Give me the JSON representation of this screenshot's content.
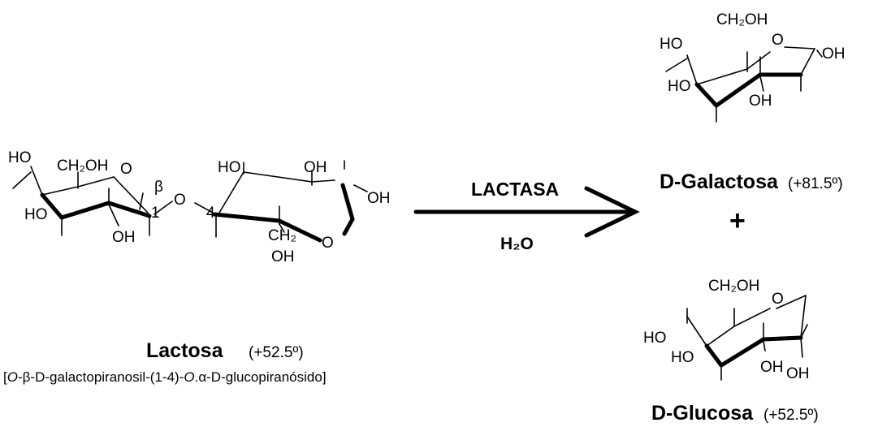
{
  "reactant": {
    "name": "Lactosa",
    "rotation": "(+52.5º)",
    "iupac": {
      "part1": "O",
      "part2": "-β-D-galactopiranosil-(1-4)-",
      "part3": "O",
      "part4": ".α-D-glucopiranósido]",
      "open": "["
    },
    "atoms": {
      "ho_top_left": "HO",
      "ch2oh": "CH₂OH",
      "ring_o_left": "O",
      "ho_mid_left": "HO",
      "oh_bottom": "OH",
      "beta": "β",
      "c1": "1",
      "bridge_o": "O",
      "c4": "4",
      "ho_top_right": "HO",
      "oh_top_right": "OH",
      "oh_right": "OH",
      "ch2": "CH₂",
      "oh_under_ch2": "OH",
      "ring_o_right": "O"
    }
  },
  "reaction": {
    "enzyme": "LACTASA",
    "reagent": "H₂O"
  },
  "product_galactose": {
    "name": "D-Galactosa",
    "rotation": "(+81.5º)",
    "atoms": {
      "ch2oh": "CH₂OH",
      "ho_top": "HO",
      "ring_o": "O",
      "oh_right": "OH",
      "ho_mid": "HO",
      "oh_bottom": "OH"
    }
  },
  "plus": "+",
  "product_glucose": {
    "name": "D-Glucosa",
    "rotation": "(+52.5º)",
    "atoms": {
      "ch2oh": "CH₂OH",
      "ring_o": "O",
      "ho_left": "HO",
      "ho_mid": "HO",
      "oh_bottom": "OH",
      "oh_bottom_right": "OH"
    }
  }
}
